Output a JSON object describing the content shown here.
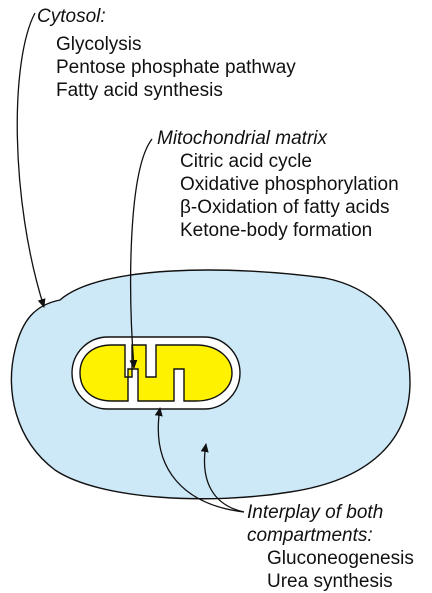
{
  "colors": {
    "cytosol_fill": "#cde8f7",
    "matrix_fill": "#fff200",
    "outline": "#111111",
    "text": "#111111"
  },
  "cytosol": {
    "heading": "Cytosol:",
    "processes": [
      "Glycolysis",
      "Pentose phosphate pathway",
      "Fatty acid synthesis"
    ]
  },
  "mitochondrial_matrix": {
    "heading": "Mitochondrial matrix",
    "processes": [
      "Citric acid cycle",
      "Oxidative phosphorylation",
      "β-Oxidation of fatty acids",
      "Ketone-body formation"
    ]
  },
  "interplay": {
    "heading_lines": [
      "Interplay of both",
      "compartments:"
    ],
    "processes": [
      "Gluconeogenesis",
      "Urea synthesis"
    ]
  }
}
